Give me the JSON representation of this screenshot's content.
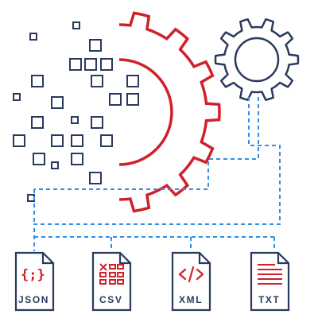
{
  "colors": {
    "navy": "#2a3a5c",
    "red": "#d0202b",
    "blue": "#2f8ee6",
    "background": "#ffffff"
  },
  "icons": {
    "small_gear": "gear-icon",
    "large_gear": "half-gear-icon",
    "pixels": "pixel-squares-icon",
    "connector": "dashed-connector-lines"
  },
  "files": [
    {
      "label": "JSON",
      "icon": "json-braces-icon",
      "glyph": "{;}"
    },
    {
      "label": "CSV",
      "icon": "csv-table-icon"
    },
    {
      "label": "XML",
      "icon": "xml-code-icon"
    },
    {
      "label": "TXT",
      "icon": "txt-lines-icon"
    }
  ]
}
